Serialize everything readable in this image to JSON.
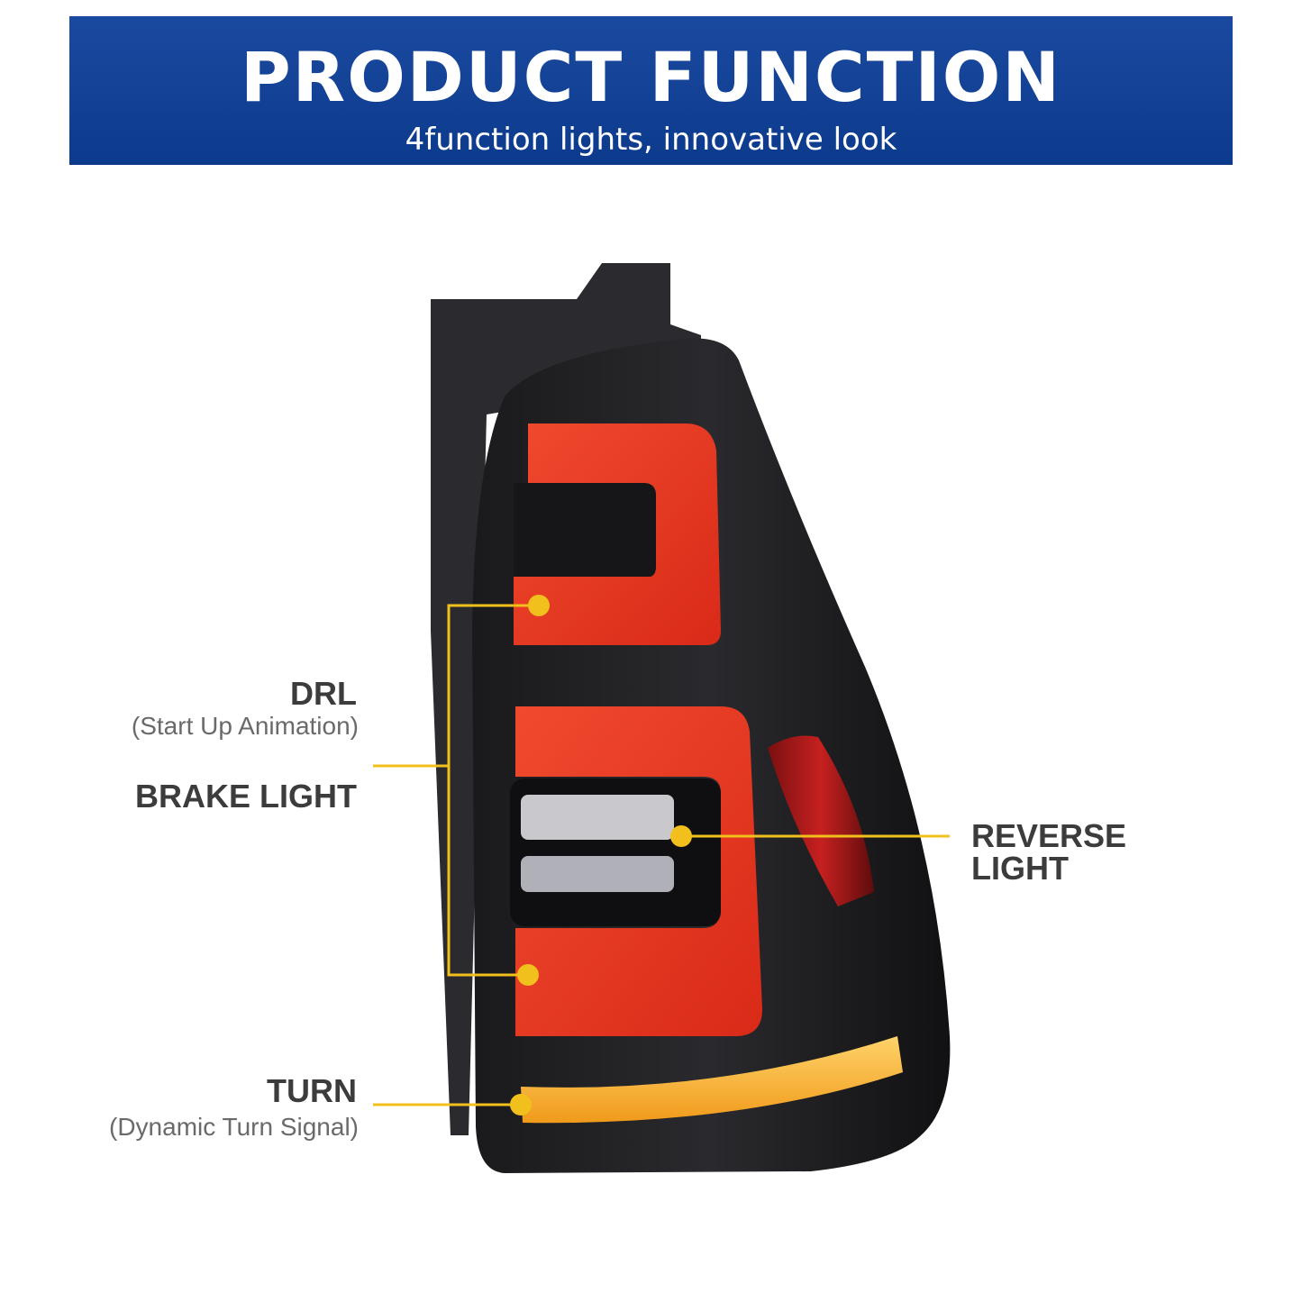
{
  "banner": {
    "title": "PRODUCT FUNCTION",
    "subtitle": "4function lights, innovative look"
  },
  "callouts": {
    "drl": {
      "title": "DRL",
      "note": "(Start Up Animation)"
    },
    "brake": {
      "title": "BRAKE LIGHT"
    },
    "reverse": {
      "title": "REVERSE LIGHT"
    },
    "turn": {
      "title": "TURN",
      "note": "(Dynamic Turn Signal)"
    }
  },
  "colors": {
    "banner": "#0c3a8c",
    "callout_line": "#f2c01c",
    "lamp_red": "#e8321f",
    "amber": "#f6a623"
  }
}
